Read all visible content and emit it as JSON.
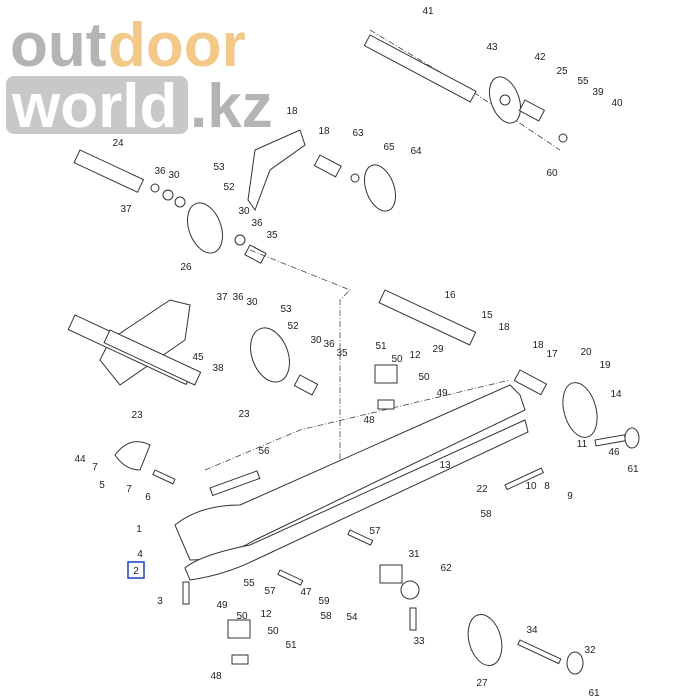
{
  "diagram": {
    "type": "exploded parts diagram - rear suspension",
    "callouts": [
      "41",
      "43",
      "42",
      "25",
      "55",
      "39",
      "40",
      "60",
      "18",
      "18",
      "63",
      "65",
      "64",
      "24",
      "36",
      "30",
      "37",
      "53",
      "52",
      "30",
      "36",
      "35",
      "26",
      "37",
      "36",
      "30",
      "53",
      "52",
      "30",
      "36",
      "35",
      "45",
      "38",
      "16",
      "15",
      "18",
      "51",
      "50",
      "12",
      "29",
      "50",
      "49",
      "18",
      "17",
      "20",
      "19",
      "14",
      "48",
      "23",
      "23",
      "44",
      "7",
      "5",
      "7",
      "6",
      "56",
      "1",
      "4",
      "2",
      "3",
      "49",
      "50",
      "12",
      "50",
      "51",
      "48",
      "13",
      "22",
      "58",
      "57",
      "55",
      "57",
      "47",
      "59",
      "58",
      "54",
      "31",
      "62",
      "33",
      "27",
      "34",
      "32",
      "61",
      "11",
      "10",
      "8",
      "9",
      "46",
      "61"
    ],
    "highlighted_callout": "2",
    "highlight_color": "#1a3fc4"
  },
  "watermark": {
    "part1": "out",
    "part2": "door",
    "part3": "world",
    "part4": ".kz",
    "color": "#c8c8c8",
    "accent": "#f3c98a"
  }
}
